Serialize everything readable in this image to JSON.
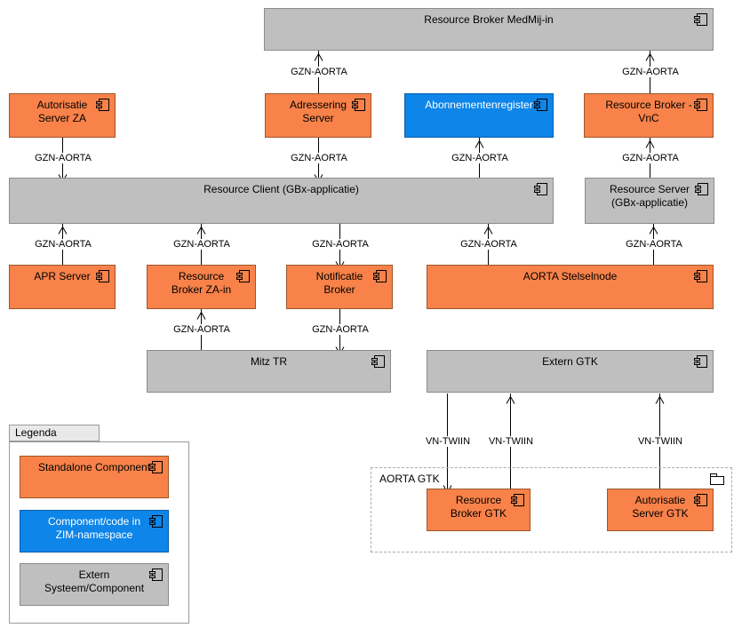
{
  "nodes": {
    "medmij_in": {
      "label": "Resource Broker MedMij-in",
      "type": "extern"
    },
    "autorisatie_server_za": {
      "label": "Autorisatie\nServer ZA",
      "type": "standalone"
    },
    "adressering_server": {
      "label": "Adressering\nServer",
      "type": "standalone"
    },
    "abonnementenregister": {
      "label": "Abonnementenregister",
      "type": "zim"
    },
    "resource_broker_vnc": {
      "label": "Resource Broker -\nVnC",
      "type": "standalone"
    },
    "resource_client": {
      "label": "Resource Client (GBx-applicatie)",
      "type": "extern"
    },
    "resource_server": {
      "label": "Resource Server\n(GBx-applicatie)",
      "type": "extern"
    },
    "apr_server": {
      "label": "APR Server",
      "type": "standalone"
    },
    "resource_broker_za_in": {
      "label": "Resource\nBroker ZA-in",
      "type": "standalone"
    },
    "notificatie_broker": {
      "label": "Notificatie\nBroker",
      "type": "standalone"
    },
    "aorta_stelselnode": {
      "label": "AORTA Stelselnode",
      "type": "standalone"
    },
    "mitz_tr": {
      "label": "Mitz TR",
      "type": "extern"
    },
    "extern_gtk": {
      "label": "Extern GTK",
      "type": "extern"
    },
    "resource_broker_gtk": {
      "label": "Resource\nBroker GTK",
      "type": "standalone"
    },
    "autorisatie_server_gtk": {
      "label": "Autorisatie\nServer GTK",
      "type": "standalone"
    }
  },
  "group": {
    "label": "AORTA GTK"
  },
  "edges": [
    {
      "label": "GZN-AORTA",
      "from": "Adressering Server",
      "to": "Resource Broker MedMij-in"
    },
    {
      "label": "GZN-AORTA",
      "from": "Resource Broker - VnC",
      "to": "Resource Broker MedMij-in"
    },
    {
      "label": "GZN-AORTA",
      "from": "Autorisatie Server ZA",
      "to": "Resource Client (GBx-applicatie)"
    },
    {
      "label": "GZN-AORTA",
      "from": "Adressering Server",
      "to": "Resource Client (GBx-applicatie)"
    },
    {
      "label": "GZN-AORTA",
      "from": "Resource Client (GBx-applicatie)",
      "to": "Abonnementenregister"
    },
    {
      "label": "GZN-AORTA",
      "from": "Resource Server (GBx-applicatie)",
      "to": "Resource Broker - VnC"
    },
    {
      "label": "GZN-AORTA",
      "from": "APR Server",
      "to": "Resource Client (GBx-applicatie)"
    },
    {
      "label": "GZN-AORTA",
      "from": "Resource Broker ZA-in",
      "to": "Resource Client (GBx-applicatie)"
    },
    {
      "label": "GZN-AORTA",
      "from": "Resource Client (GBx-applicatie)",
      "to": "Notificatie Broker"
    },
    {
      "label": "GZN-AORTA",
      "from": "AORTA Stelselnode",
      "to": "Resource Client (GBx-applicatie)"
    },
    {
      "label": "GZN-AORTA",
      "from": "AORTA Stelselnode",
      "to": "Resource Server (GBx-applicatie)"
    },
    {
      "label": "GZN-AORTA",
      "from": "Mitz TR",
      "to": "Resource Broker ZA-in"
    },
    {
      "label": "GZN-AORTA",
      "from": "Notificatie Broker",
      "to": "Mitz TR"
    },
    {
      "label": "VN-TWIIN",
      "from": "Extern GTK",
      "to": "Resource Broker GTK"
    },
    {
      "label": "VN-TWIIN",
      "from": "Resource Broker GTK",
      "to": "Extern GTK"
    },
    {
      "label": "VN-TWIIN",
      "from": "Autorisatie Server GTK",
      "to": "Extern GTK"
    }
  ],
  "legend": {
    "title": "Legenda",
    "items": [
      {
        "label": "Standalone Component",
        "color": "#F8824A"
      },
      {
        "label": "Component/code in\nZIM-namespace",
        "color": "#0D85E9"
      },
      {
        "label": "Extern\nSysteem/Component",
        "color": "#BFBFBF"
      }
    ]
  },
  "colors": {
    "standalone_fill": "#F8824A",
    "standalone_border": "#9D5629",
    "zim_fill": "#0D85E9",
    "zim_border": "#0A5FA8",
    "extern_fill": "#BFBFBF",
    "extern_border": "#8C8C8C",
    "connector_line": "#000000"
  }
}
